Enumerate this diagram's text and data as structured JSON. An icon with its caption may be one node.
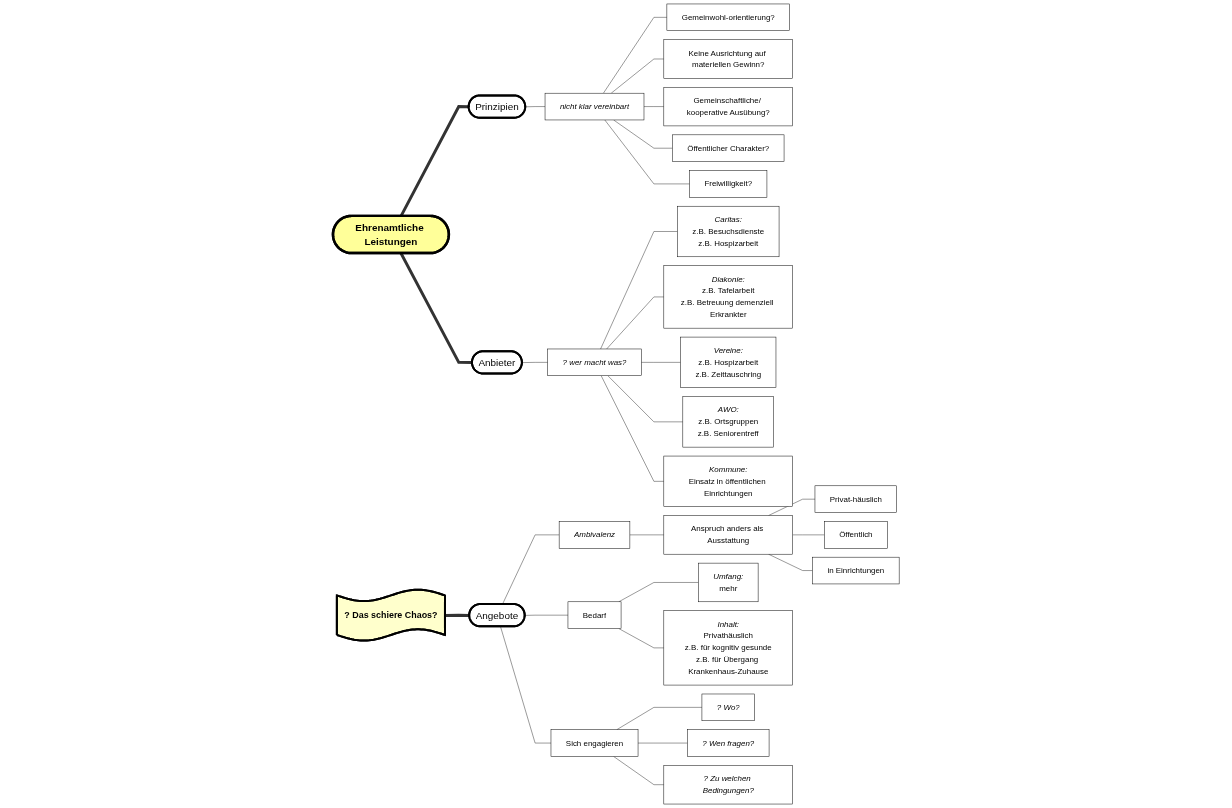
{
  "diagram": {
    "nodes": [
      {
        "text": [
          "Ehrenamtliche Leistungen"
        ]
      },
      {
        "text": [
          "? Das schiere Chaos?"
        ]
      },
      {
        "text": [
          "Prinzipien"
        ]
      },
      {
        "text": [
          "Anbieter"
        ]
      },
      {
        "text": [
          "Angebote"
        ]
      },
      {
        "text": [
          "nicht klar vereinbart"
        ]
      },
      {
        "text": [
          "Gemeinwohl-orientierung?"
        ]
      },
      {
        "text": [
          "Keine Ausrichtung auf materiellen Gewinn?"
        ]
      },
      {
        "text": [
          "Gemeinschaftliche/ kooperative Ausübung?"
        ]
      },
      {
        "text": [
          "Öffentlicher Charakter?"
        ]
      },
      {
        "text": [
          "Freiwilligkeit?"
        ]
      },
      {
        "text": [
          "? wer macht was?"
        ]
      },
      {
        "text": [
          "Caritas:",
          "z.B. Besuchsdienste",
          "z.B. Hospizarbeit"
        ]
      },
      {
        "text": [
          "Diakonie:",
          "z.B. Tafelarbeit",
          "z.B. Betreuung demenziell Erkrankter"
        ]
      },
      {
        "text": [
          "Vereine:",
          "z.B. Hospizarbeit",
          "z.B. Zeittauschring"
        ]
      },
      {
        "text": [
          "AWO:",
          "z.B. Ortsgruppen",
          "z.B. Seniorentreff"
        ]
      },
      {
        "text": [
          "Kommune:",
          "Einsatz in öffentlichen Einrichtungen"
        ]
      },
      {
        "text": [
          "Ambivalenz"
        ]
      },
      {
        "text": [
          "Anspruch anders als Ausstattung"
        ]
      },
      {
        "text": [
          "Privat-häuslich"
        ]
      },
      {
        "text": [
          "Öffentlich"
        ]
      },
      {
        "text": [
          "in Einrichtungen"
        ]
      },
      {
        "text": [
          "Bedarf"
        ]
      },
      {
        "text": [
          "Umfang:",
          "mehr"
        ]
      },
      {
        "text": [
          "Inhalt:",
          "Privathäuslich",
          "z.B. für kognitiv gesunde",
          "z.B. für Übergang Krankenhaus-Zuhause"
        ]
      },
      {
        "text": [
          "Sich engagieren"
        ]
      },
      {
        "text": [
          "? Wo?"
        ]
      },
      {
        "text": [
          "? Wen fragen?"
        ]
      },
      {
        "text": [
          "? Zu welchen Bedingungen?"
        ]
      }
    ],
    "edges": [
      {
        "from": 0,
        "to": 2,
        "arrow": "none",
        "style": "thick"
      },
      {
        "from": 0,
        "to": 3,
        "arrow": "none",
        "style": "thick"
      },
      {
        "from": 1,
        "to": 4,
        "arrow": "none",
        "style": "thick"
      },
      {
        "from": 2,
        "to": 5,
        "arrow": "none"
      },
      {
        "from": 5,
        "to": 6,
        "arrow": "none"
      },
      {
        "from": 5,
        "to": 7,
        "arrow": "none"
      },
      {
        "from": 5,
        "to": 8,
        "arrow": "none"
      },
      {
        "from": 5,
        "to": 9,
        "arrow": "none"
      },
      {
        "from": 5,
        "to": 10,
        "arrow": "none"
      },
      {
        "from": 3,
        "to": 11,
        "arrow": "none"
      },
      {
        "from": 11,
        "to": 12,
        "arrow": "none"
      },
      {
        "from": 11,
        "to": 13,
        "arrow": "none"
      },
      {
        "from": 11,
        "to": 14,
        "arrow": "none"
      },
      {
        "from": 11,
        "to": 15,
        "arrow": "none"
      },
      {
        "from": 11,
        "to": 16,
        "arrow": "none"
      },
      {
        "from": 4,
        "to": 17,
        "arrow": "none"
      },
      {
        "from": 17,
        "to": 18,
        "arrow": "none"
      },
      {
        "from": 18,
        "to": 19,
        "arrow": "none"
      },
      {
        "from": 18,
        "to": 20,
        "arrow": "none"
      },
      {
        "from": 18,
        "to": 21,
        "arrow": "none"
      },
      {
        "from": 4,
        "to": 22,
        "arrow": "none"
      },
      {
        "from": 22,
        "to": 23,
        "arrow": "none"
      },
      {
        "from": 22,
        "to": 24,
        "arrow": "none"
      },
      {
        "from": 4,
        "to": 25,
        "arrow": "none"
      },
      {
        "from": 25,
        "to": 26,
        "arrow": "none"
      },
      {
        "from": 25,
        "to": 27,
        "arrow": "none"
      },
      {
        "from": 25,
        "to": 28,
        "arrow": "none"
      }
    ]
  }
}
